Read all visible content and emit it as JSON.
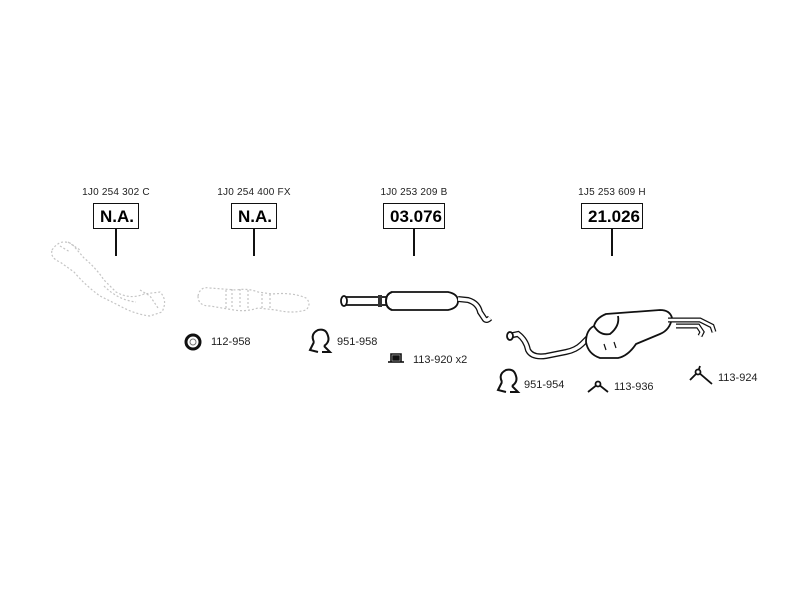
{
  "components": [
    {
      "oem": "1J0 254 302 C",
      "code": "N.A."
    },
    {
      "oem": "1J0 254 400 FX",
      "code": "N.A."
    },
    {
      "oem": "1J0 253 209 B",
      "code": "03.076"
    },
    {
      "oem": "1J5 253 609 H",
      "code": "21.026"
    }
  ],
  "parts": [
    {
      "number": "112-958",
      "icon": "gasket-ring-icon"
    },
    {
      "number": "951-958",
      "icon": "clamp-icon"
    },
    {
      "number": "113-920 x2",
      "icon": "mount-bracket-icon"
    },
    {
      "number": "951-954",
      "icon": "clamp-icon"
    },
    {
      "number": "113-936",
      "icon": "rubber-hanger-icon"
    },
    {
      "number": "113-924",
      "icon": "rubber-hanger-icon"
    }
  ],
  "colors": {
    "line": "#111111",
    "faded": "#bbbbbb",
    "fill": "#ffffff"
  }
}
